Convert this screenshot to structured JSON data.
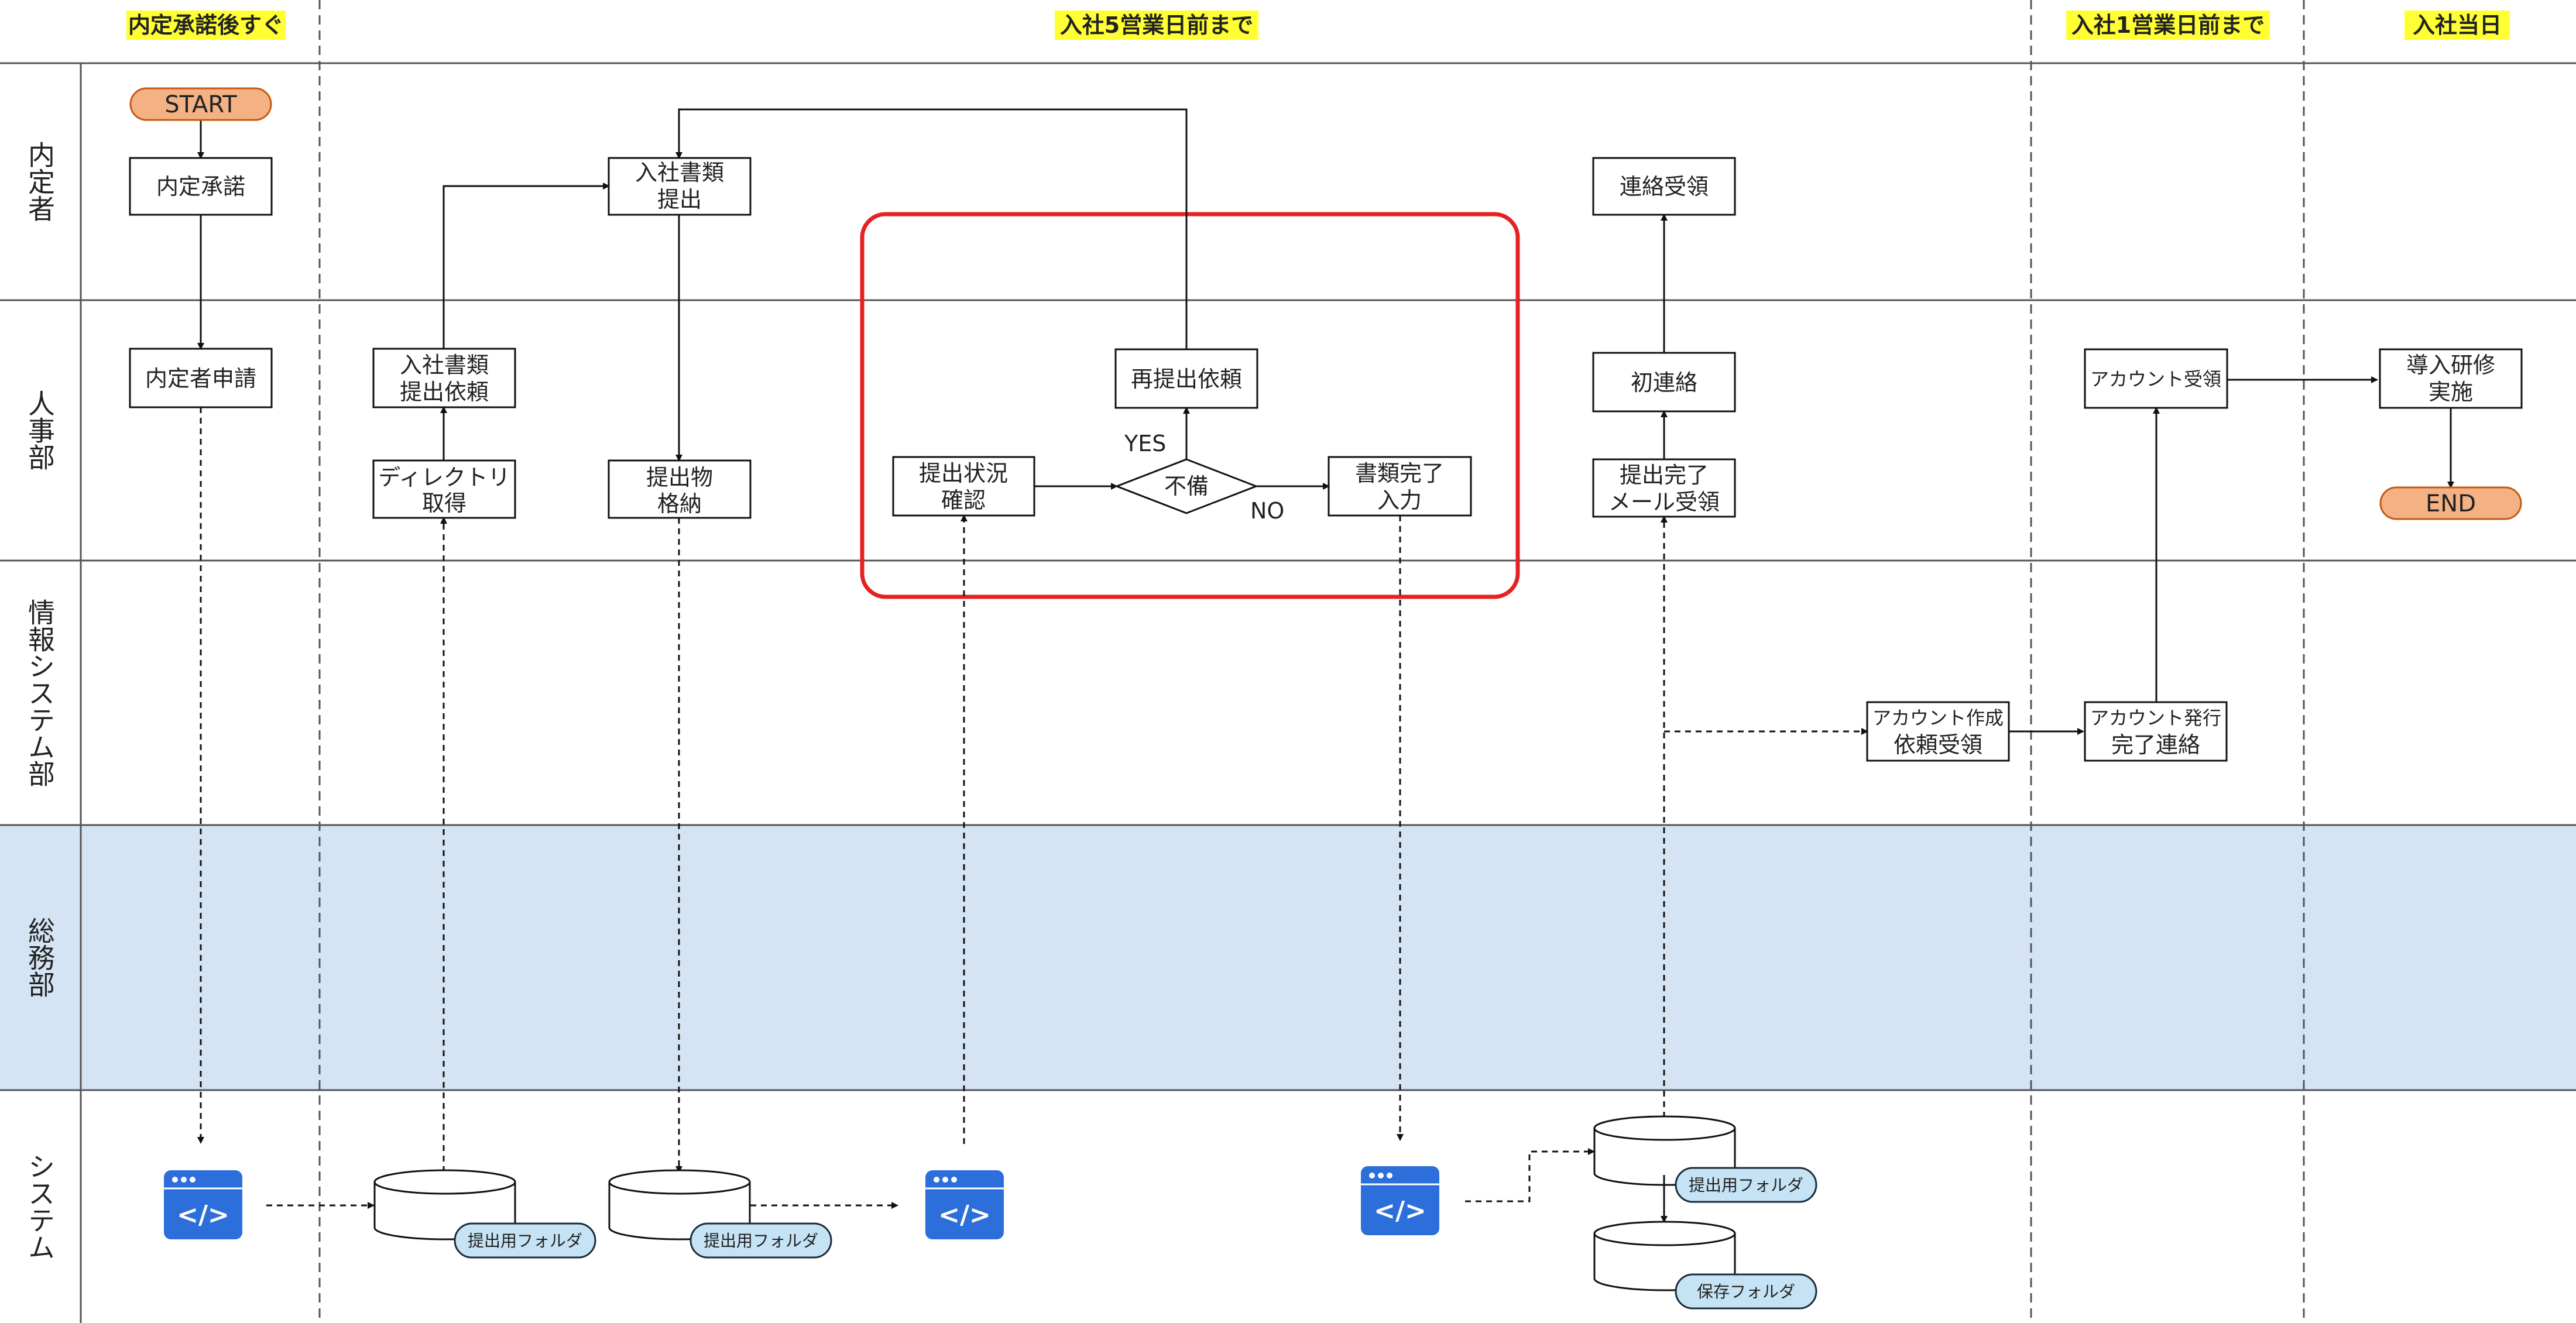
{
  "colors": {
    "phase_highlight": "#ffff33",
    "terminal_fill": "#f4b183",
    "terminal_stroke": "#c55a11",
    "soumu_band": "#d5e4f4",
    "folder_tag_fill": "#c5e3f5",
    "system_icon": "#2c6fdb",
    "focus_frame": "#e52222"
  },
  "phases": [
    "内定承諾後すぐ",
    "入社5営業日前まで",
    "入社1営業日前まで",
    "入社当日"
  ],
  "lanes": [
    "内定者",
    "人事部",
    "情報システム部",
    "総務部",
    "システム"
  ],
  "nodes": {
    "start": "START",
    "naitei_shodaku": "内定承諾",
    "naiteisha_shinsei": "内定者申請",
    "directory_line1": "ディレクトリ",
    "directory_line2": "取得",
    "irai_line1": "入社書類",
    "irai_line2": "提出依頼",
    "shorui_line1": "入社書類",
    "shorui_line2": "提出",
    "kakuno_line1": "提出物",
    "kakuno_line2": "格納",
    "kakunin_line1": "提出状況",
    "kakunin_line2": "確認",
    "fubi": "不備",
    "saiteishutsu": "再提出依頼",
    "kanryo_line1": "書類完了",
    "kanryo_line2": "入力",
    "renraku_juryo": "連絡受領",
    "hatsurenraku": "初連絡",
    "mail_line1": "提出完了",
    "mail_line2": "メール受領",
    "acct_req_line1": "アカウント作成",
    "acct_req_line2": "依頼受領",
    "acct_done_line1": "アカウント発行",
    "acct_done_line2": "完了連絡",
    "acct_juryo": "アカウント受領",
    "kenshu_line1": "導入研修",
    "kenshu_line2": "実施",
    "end": "END"
  },
  "edge_labels": {
    "yes": "YES",
    "no": "NO"
  },
  "system_items": {
    "app_icon_glyph": "</>",
    "folder_submit": "提出用フォルダ",
    "folder_save": "保存フォルダ"
  }
}
